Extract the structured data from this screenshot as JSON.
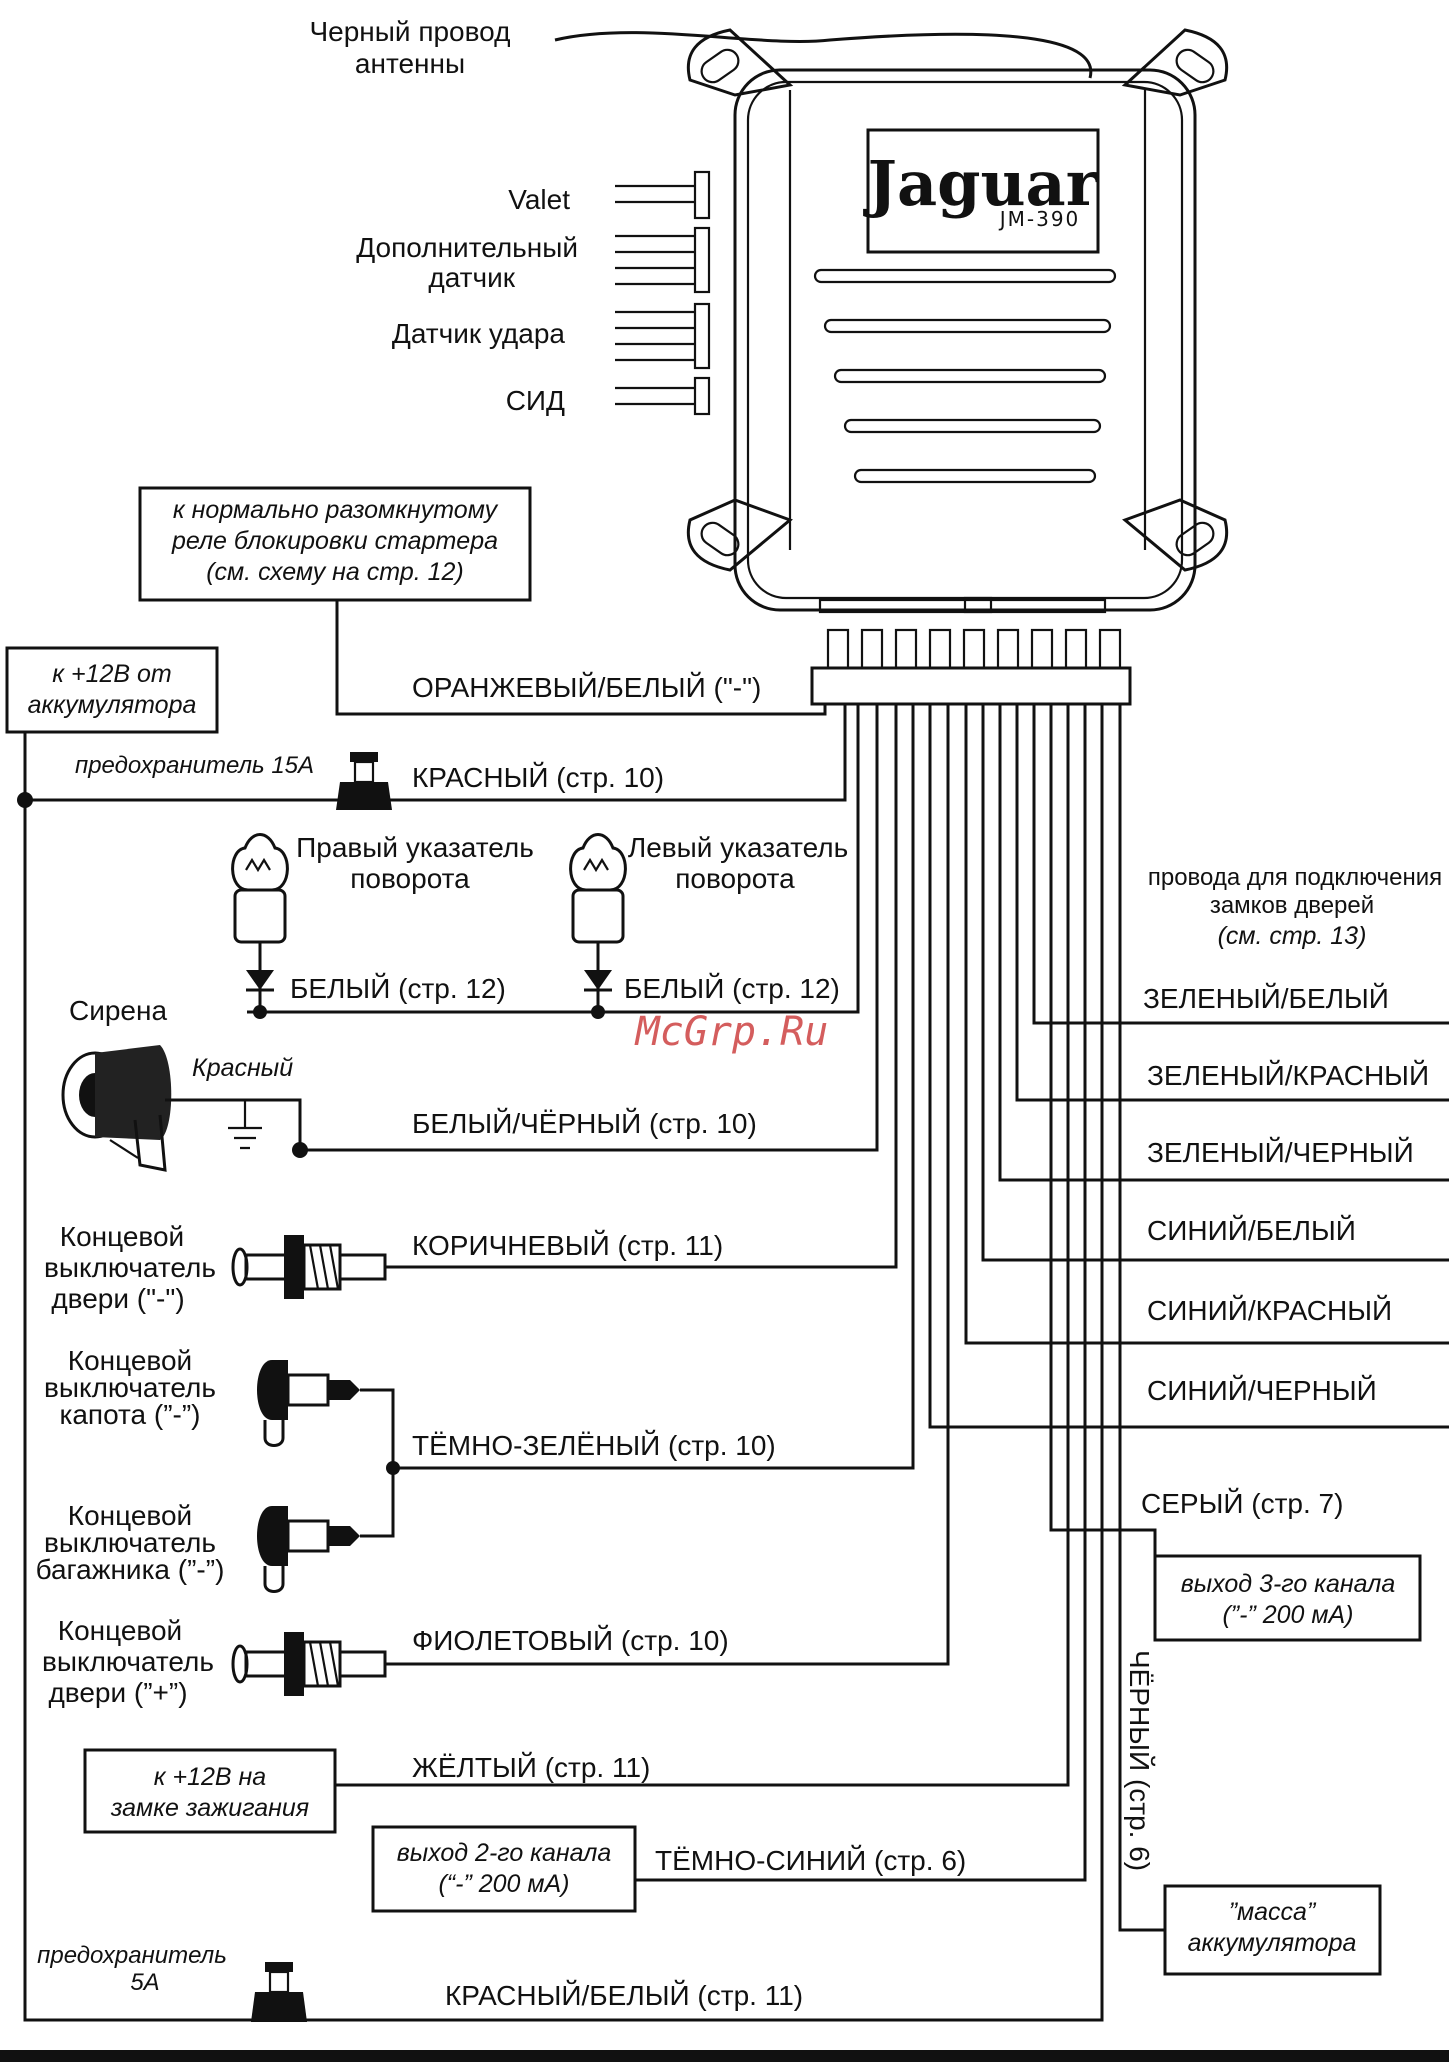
{
  "antenna": [
    "Черный провод",
    "антенны"
  ],
  "unit": {
    "brand": "Jaguar",
    "model": "JM-390"
  },
  "left_connectors": {
    "valet": "Valet",
    "extra_sensor": [
      "Дополнительный",
      "датчик"
    ],
    "shock_sensor": "Датчик удара",
    "led": "СИД"
  },
  "boxes": {
    "starter_relay": [
      "к нормально разомкнутому",
      "реле блокировки стартера",
      "(см. схему на стр. 12)"
    ],
    "battery_12v": [
      "к +12В от",
      "аккумулятора"
    ],
    "ignition_12v": [
      "к +12В на",
      "замке зажигания"
    ],
    "channel2": [
      "выход 2-го канала",
      "(“-” 200 мА)"
    ],
    "channel3": [
      "выход 3-го канала",
      "(”-” 200 мА)"
    ],
    "ground": [
      "”масса”",
      "аккумулятора"
    ]
  },
  "fuses": {
    "f15": "предохранитель 15А",
    "f5": [
      "предохранитель",
      "5А"
    ]
  },
  "lamps": {
    "right": [
      "Правый указатель",
      "поворота"
    ],
    "left": [
      "Левый указатель",
      "поворота"
    ]
  },
  "siren": {
    "title": "Сирена",
    "wire": "Красный"
  },
  "switches": {
    "door_neg": [
      "Концевой",
      "выключатель",
      "двери (\"-\")"
    ],
    "hood": [
      "Концевой",
      "выключатель",
      "капота (”-”)"
    ],
    "trunk": [
      "Концевой",
      "выключатель",
      "багажника (”-”)"
    ],
    "door_pos": [
      "Концевой",
      "выключатель",
      "двери (”+”)"
    ]
  },
  "wires": {
    "orange_white": "ОРАНЖЕВЫЙ/БЕЛЫЙ (\"-\")",
    "red": "КРАСНЫЙ (стр. 10)",
    "white1": "БЕЛЫЙ (стр. 12)",
    "white2": "БЕЛЫЙ (стр. 12)",
    "white_black": "БЕЛЫЙ/ЧЁРНЫЙ (стр. 10)",
    "brown": "КОРИЧНЕВЫЙ (стр. 11)",
    "dark_green": "ТЁМНО-ЗЕЛЁНЫЙ (стр. 10)",
    "violet": "ФИОЛЕТОВЫЙ (стр. 10)",
    "yellow": "ЖЁЛТЫЙ (стр. 11)",
    "dark_blue": "ТЁМНО-СИНИЙ (стр. 6)",
    "red_white": "КРАСНЫЙ/БЕЛЫЙ (стр. 11)",
    "grey": "СЕРЫЙ (стр. 7)",
    "black": "ЧЁРНЫЙ (стр. 6)"
  },
  "door_locks": {
    "note": [
      "провода для подключения",
      "замков дверей",
      "(см. стр. 13)"
    ],
    "wires": [
      "ЗЕЛЕНЫЙ/БЕЛЫЙ",
      "ЗЕЛЕНЫЙ/КРАСНЫЙ",
      "ЗЕЛЕНЫЙ/ЧЕРНЫЙ",
      "СИНИЙ/БЕЛЫЙ",
      "СИНИЙ/КРАСНЫЙ",
      "СИНИЙ/ЧЕРНЫЙ"
    ]
  },
  "watermark": "McGrp.Ru"
}
